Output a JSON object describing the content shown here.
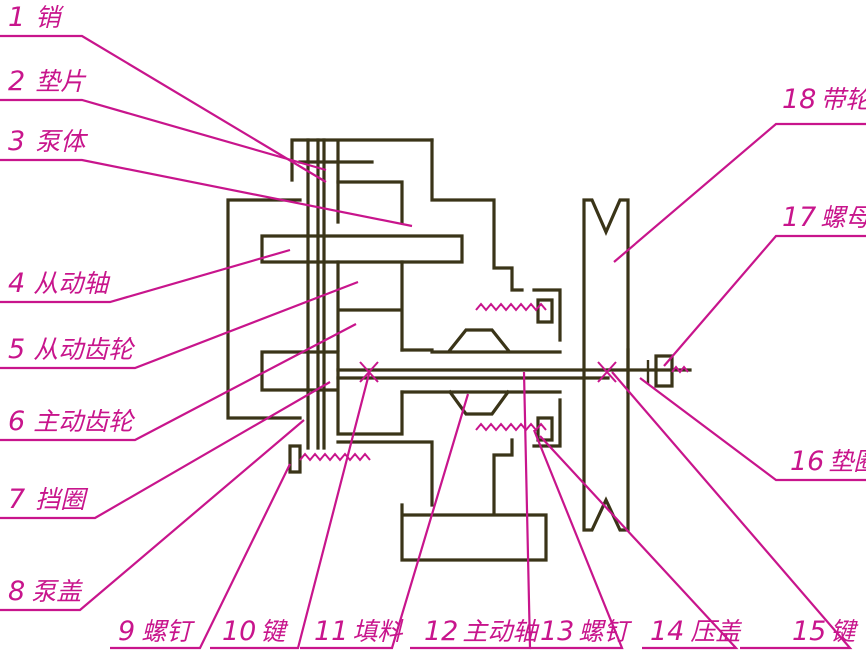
{
  "labels": [
    {
      "num": "1",
      "name": "销"
    },
    {
      "num": "2",
      "name": "垫片"
    },
    {
      "num": "3",
      "name": "泵体"
    },
    {
      "num": "4",
      "name": "从动轴"
    },
    {
      "num": "5",
      "name": "从动齿轮"
    },
    {
      "num": "6",
      "name": "主动齿轮"
    },
    {
      "num": "7",
      "name": "挡圈"
    },
    {
      "num": "8",
      "name": "泵盖"
    },
    {
      "num": "9",
      "name": "螺钉"
    },
    {
      "num": "10",
      "name": "键"
    },
    {
      "num": "11",
      "name": "填料"
    },
    {
      "num": "12",
      "name": "主动轴"
    },
    {
      "num": "13",
      "name": "螺钉"
    },
    {
      "num": "14",
      "name": "压盖"
    },
    {
      "num": "15",
      "name": "键"
    },
    {
      "num": "16",
      "name": "垫圈"
    },
    {
      "num": "17",
      "name": "螺母"
    },
    {
      "num": "18",
      "name": "带轮"
    }
  ],
  "colors": {
    "label": "#c8158c",
    "mechanism": "#3a3418",
    "background": "#ffffff"
  }
}
